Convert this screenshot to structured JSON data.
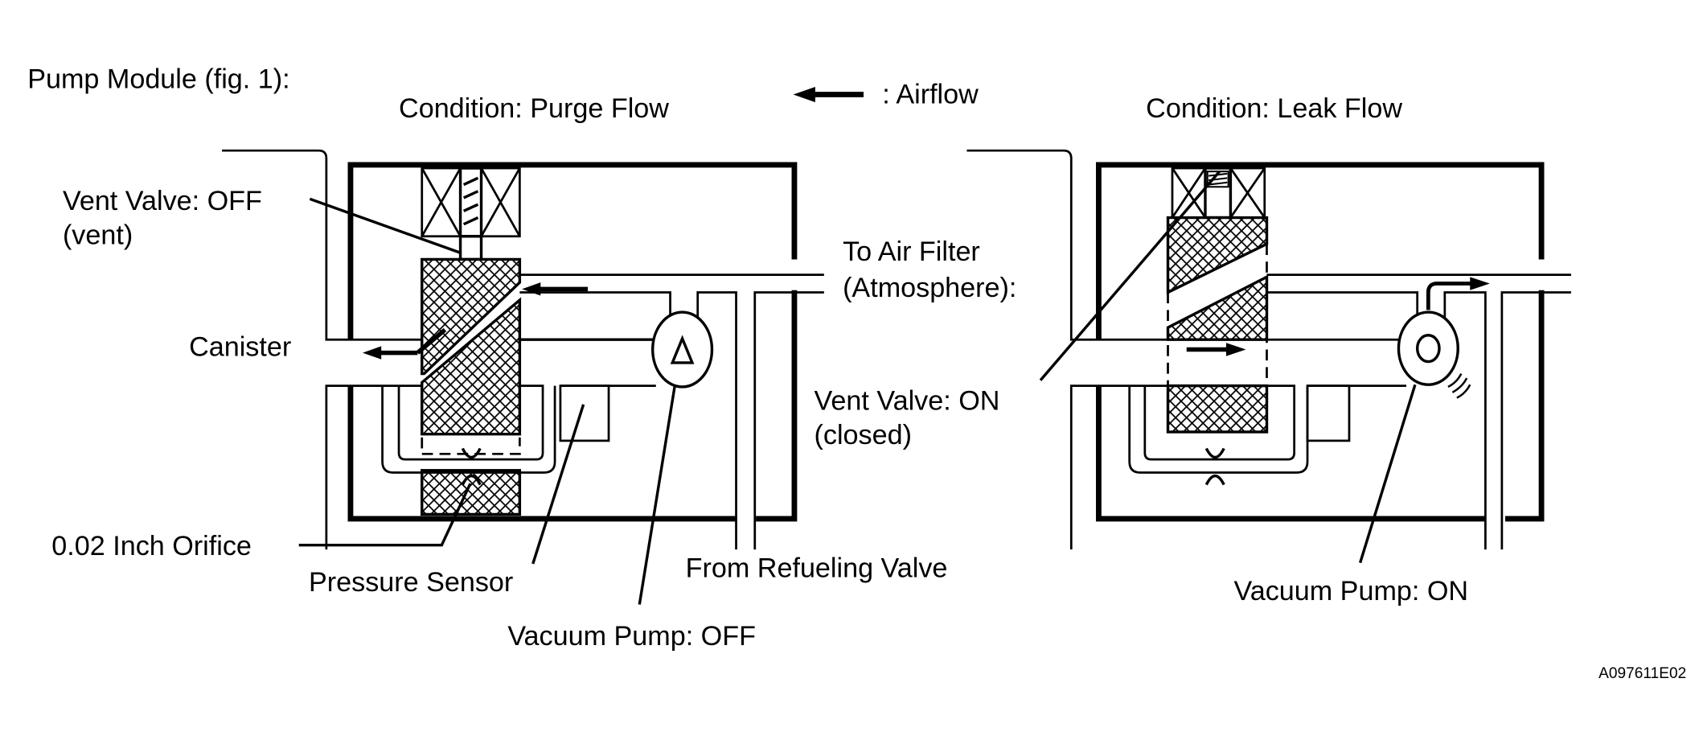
{
  "figure": {
    "title": "Pump Module (fig. 1):",
    "legend": {
      "arrow_icon": "left-arrow-icon",
      "label": ": Airflow"
    },
    "figure_id": "A097611E02",
    "colors": {
      "ink": "#000000",
      "background": "#ffffff"
    }
  },
  "purge": {
    "condition": "Condition: Purge Flow",
    "vent_valve_line1": "Vent Valve: OFF",
    "vent_valve_line2": "(vent)",
    "canister": "Canister",
    "air_filter_line1": "To Air Filter",
    "air_filter_line2": "(Atmosphere):",
    "orifice": "0.02 Inch Orifice",
    "pressure_sensor": "Pressure Sensor",
    "vacuum_pump": "Vacuum Pump: OFF",
    "refueling_valve": "From Refueling Valve"
  },
  "leak": {
    "condition": "Condition: Leak Flow",
    "vent_valve_line1": "Vent Valve: ON",
    "vent_valve_line2": "(closed)",
    "vacuum_pump": "Vacuum Pump: ON"
  }
}
